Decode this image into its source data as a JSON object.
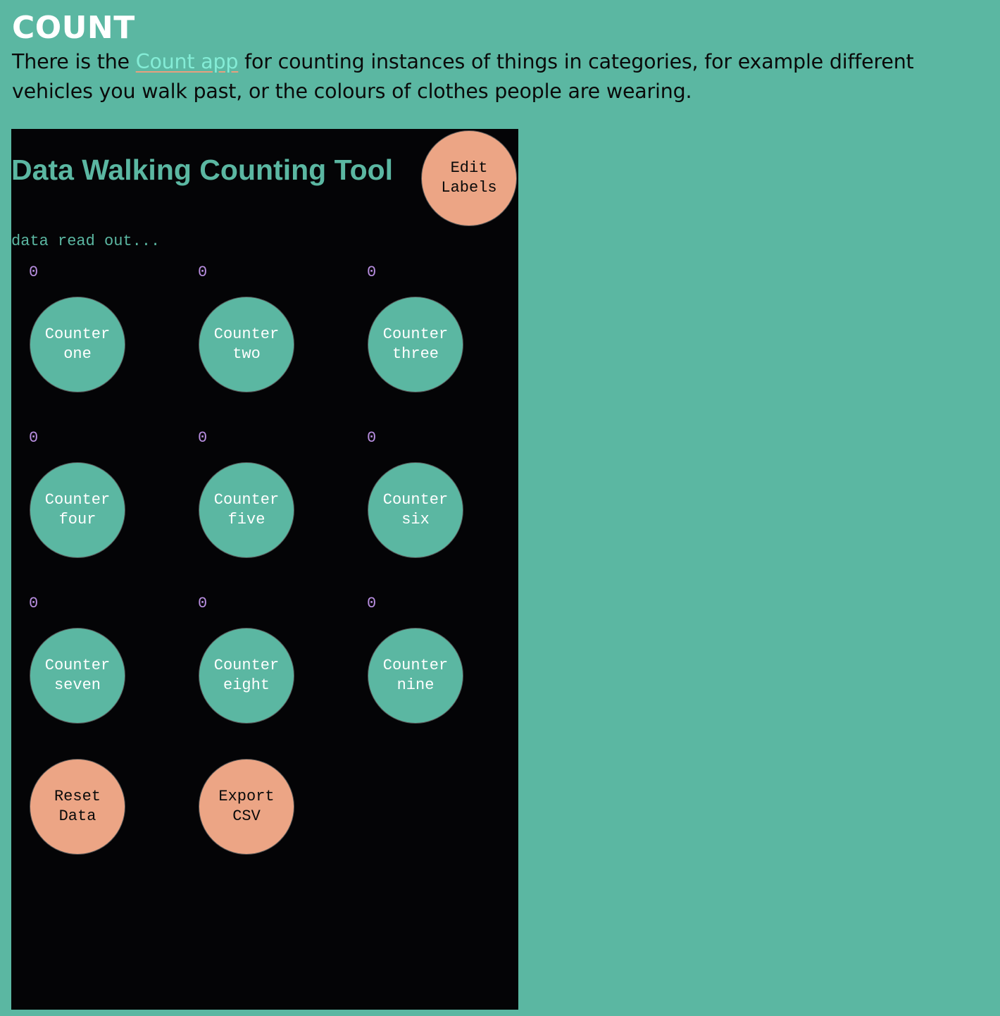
{
  "page": {
    "title": "COUNT",
    "intro_before": "There is the ",
    "intro_link": "Count app",
    "intro_after": " for counting instances of things in categories, for example different vehicles you walk past, or the colours of clothes people are wearing."
  },
  "app": {
    "title": "Data Walking Counting Tool",
    "edit_labels": "Edit Labels",
    "readout": "data read out...",
    "counters": [
      {
        "label": "Counter one",
        "count": "0"
      },
      {
        "label": "Counter two",
        "count": "0"
      },
      {
        "label": "Counter three",
        "count": "0"
      },
      {
        "label": "Counter four",
        "count": "0"
      },
      {
        "label": "Counter five",
        "count": "0"
      },
      {
        "label": "Counter six",
        "count": "0"
      },
      {
        "label": "Counter seven",
        "count": "0"
      },
      {
        "label": "Counter eight",
        "count": "0"
      },
      {
        "label": "Counter nine",
        "count": "0"
      }
    ],
    "reset_data": "Reset Data",
    "export_csv": "Export CSV"
  },
  "colors": {
    "page_background": "#5bb7a2",
    "app_background": "#040406",
    "accent_button": "#eca585",
    "counter_button": "#5bb7a2",
    "count_text": "#b88ee0",
    "link": "#84ecd6"
  }
}
